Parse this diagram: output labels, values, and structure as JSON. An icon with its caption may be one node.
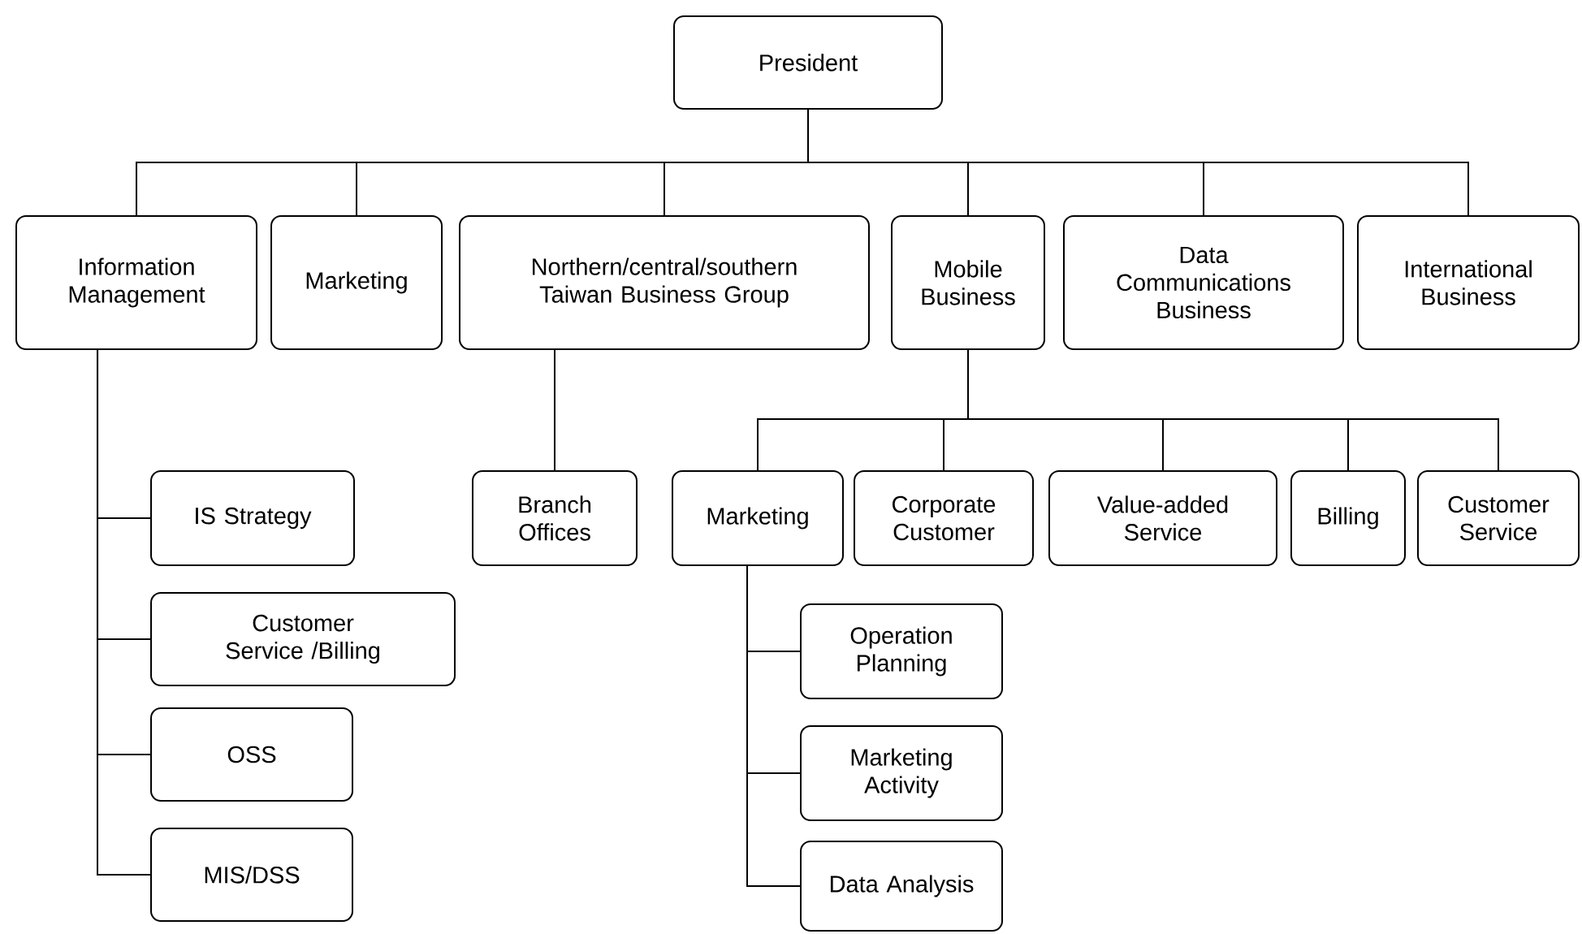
{
  "diagram": {
    "nodes": [
      {
        "text": [
          "President"
        ]
      },
      {
        "text": [
          "Information Management"
        ]
      },
      {
        "text": [
          "Marketing"
        ]
      },
      {
        "text": [
          "Northern/central/southern Taiwan Business Group"
        ]
      },
      {
        "text": [
          "Mobile Business"
        ]
      },
      {
        "text": [
          "Data Communications Business"
        ]
      },
      {
        "text": [
          "International Business"
        ]
      },
      {
        "text": [
          "IS Strategy"
        ]
      },
      {
        "text": [
          "Customer Service /Billing"
        ]
      },
      {
        "text": [
          "OSS"
        ]
      },
      {
        "text": [
          "MIS/DSS"
        ]
      },
      {
        "text": [
          "Branch Offices"
        ]
      },
      {
        "text": [
          "Marketing"
        ]
      },
      {
        "text": [
          "Corporate Customer"
        ]
      },
      {
        "text": [
          "Value-added Service"
        ]
      },
      {
        "text": [
          "Billing"
        ]
      },
      {
        "text": [
          "Customer Service"
        ]
      },
      {
        "text": [
          "Operation Planning"
        ]
      },
      {
        "text": [
          "Marketing Activity"
        ]
      },
      {
        "text": [
          "Data Analysis"
        ]
      }
    ],
    "edges": [
      {
        "from": 0,
        "to": 1,
        "arrow": "none"
      },
      {
        "from": 0,
        "to": 2,
        "arrow": "none"
      },
      {
        "from": 0,
        "to": 3,
        "arrow": "none"
      },
      {
        "from": 0,
        "to": 4,
        "arrow": "none"
      },
      {
        "from": 0,
        "to": 5,
        "arrow": "none"
      },
      {
        "from": 0,
        "to": 6,
        "arrow": "none"
      },
      {
        "from": 1,
        "to": 7,
        "arrow": "none"
      },
      {
        "from": 1,
        "to": 8,
        "arrow": "none"
      },
      {
        "from": 1,
        "to": 9,
        "arrow": "none"
      },
      {
        "from": 1,
        "to": 10,
        "arrow": "none"
      },
      {
        "from": 3,
        "to": 11,
        "arrow": "none"
      },
      {
        "from": 4,
        "to": 12,
        "arrow": "none"
      },
      {
        "from": 4,
        "to": 13,
        "arrow": "none"
      },
      {
        "from": 4,
        "to": 14,
        "arrow": "none"
      },
      {
        "from": 4,
        "to": 15,
        "arrow": "none"
      },
      {
        "from": 4,
        "to": 16,
        "arrow": "none"
      },
      {
        "from": 12,
        "to": 17,
        "arrow": "none"
      },
      {
        "from": 12,
        "to": 18,
        "arrow": "none"
      },
      {
        "from": 12,
        "to": 19,
        "arrow": "none"
      }
    ]
  }
}
